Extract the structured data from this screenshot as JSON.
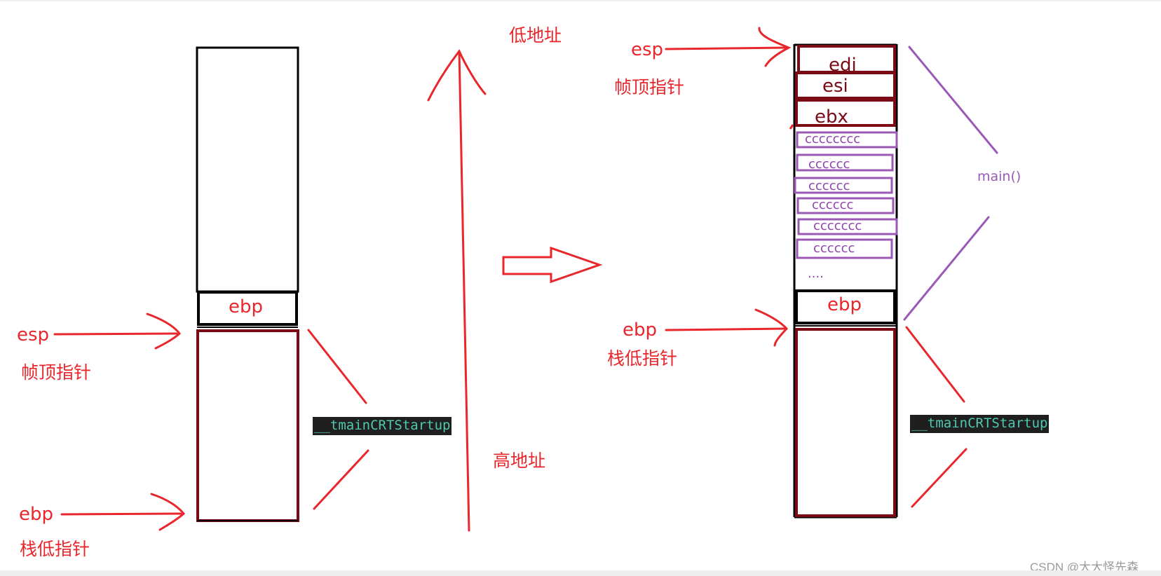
{
  "labels": {
    "low_address": "低地址",
    "high_address": "高地址",
    "esp": "esp",
    "ebp": "ebp",
    "frame_top_pointer": "帧顶指针",
    "stack_bottom_pointer": "栈低指针",
    "main_func": "main()",
    "ellipsis": "....",
    "crt_startup": "__tmainCRTStartup"
  },
  "registers": {
    "edi": "edi",
    "esi": "esi",
    "ebx": "ebx",
    "ebp": "ebp"
  },
  "fill_cells": [
    "cccccccc",
    "cccccc",
    "cccccc",
    "cccccc",
    "ccccccc",
    "cccccc"
  ],
  "watermark": "CSDN @大大怪先森",
  "colors": {
    "red": "#e8262b",
    "dark_red": "#7a0b14",
    "purple": "#9b59b6",
    "black": "#000000"
  }
}
